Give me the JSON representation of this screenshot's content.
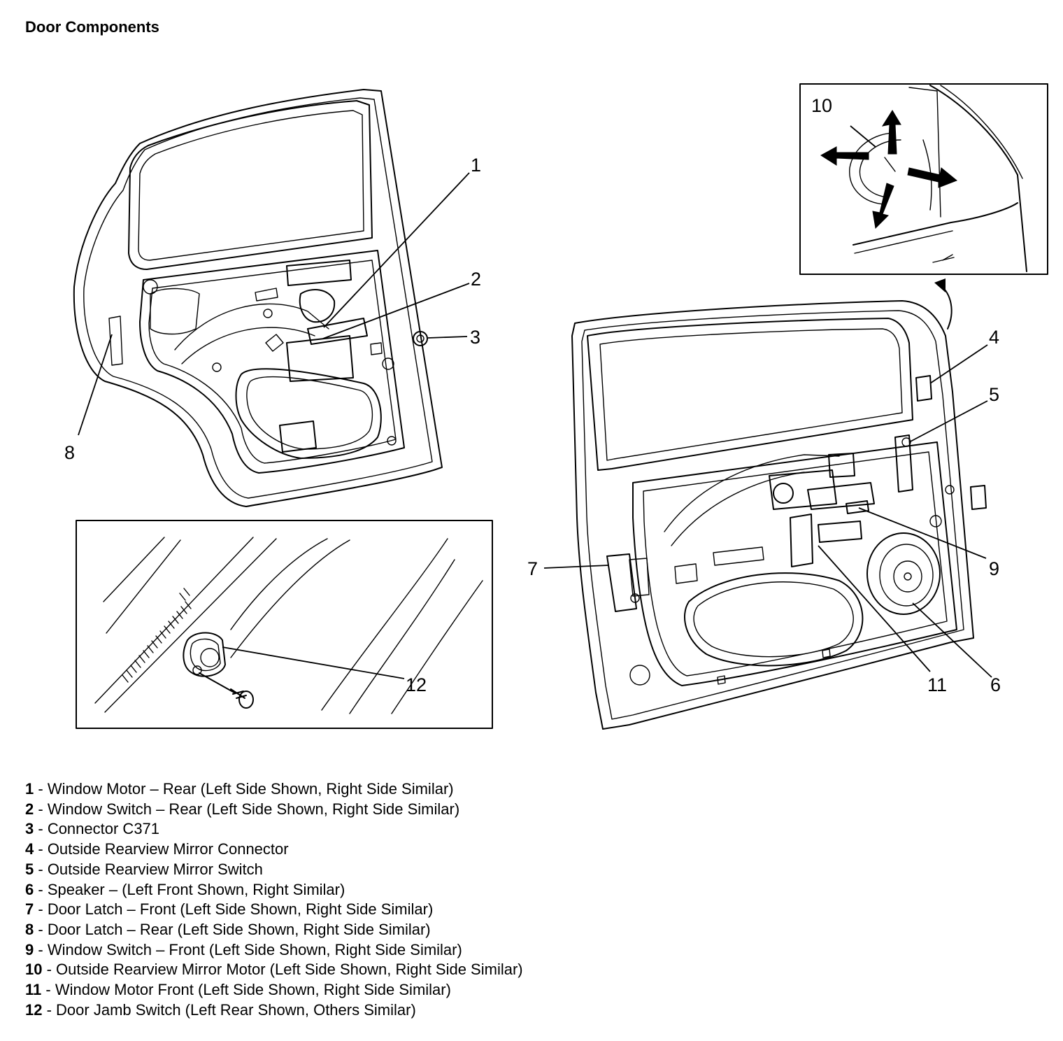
{
  "title": "Door Components",
  "callouts": [
    "1",
    "2",
    "3",
    "4",
    "5",
    "6",
    "7",
    "8",
    "9",
    "10",
    "11",
    "12"
  ],
  "legend": [
    {
      "num": "1",
      "sep": " - ",
      "text": "Window Motor – Rear (Left Side Shown, Right Side Similar)"
    },
    {
      "num": "2",
      "sep": " - ",
      "text": "Window Switch – Rear (Left Side Shown, Right Side Similar)"
    },
    {
      "num": "3",
      "sep": " - ",
      "text": "Connector C371"
    },
    {
      "num": "4",
      "sep": " - ",
      "text": "Outside Rearview Mirror Connector"
    },
    {
      "num": "5",
      "sep": " - ",
      "text": "Outside Rearview Mirror Switch"
    },
    {
      "num": "6",
      "sep": " - ",
      "text": "Speaker – (Left Front Shown, Right Similar)"
    },
    {
      "num": "7",
      "sep": " - ",
      "text": "Door Latch – Front (Left Side Shown, Right Side Similar)"
    },
    {
      "num": "8",
      "sep": " - ",
      "text": "Door Latch – Rear (Left Side Shown, Right Side Similar)"
    },
    {
      "num": "9",
      "sep": " - ",
      "text": "Window Switch – Front (Left Side Shown, Right Side Similar)"
    },
    {
      "num": "10",
      "sep": " - ",
      "text": "Outside Rearview Mirror Motor (Left Side Shown, Right Side Similar)"
    },
    {
      "num": "11",
      "sep": " - ",
      "text": "Window Motor Front (Left Side Shown, Right Side Similar)"
    },
    {
      "num": "12",
      "sep": " - ",
      "text": "Door Jamb Switch (Left Rear Shown, Others Similar)"
    }
  ]
}
